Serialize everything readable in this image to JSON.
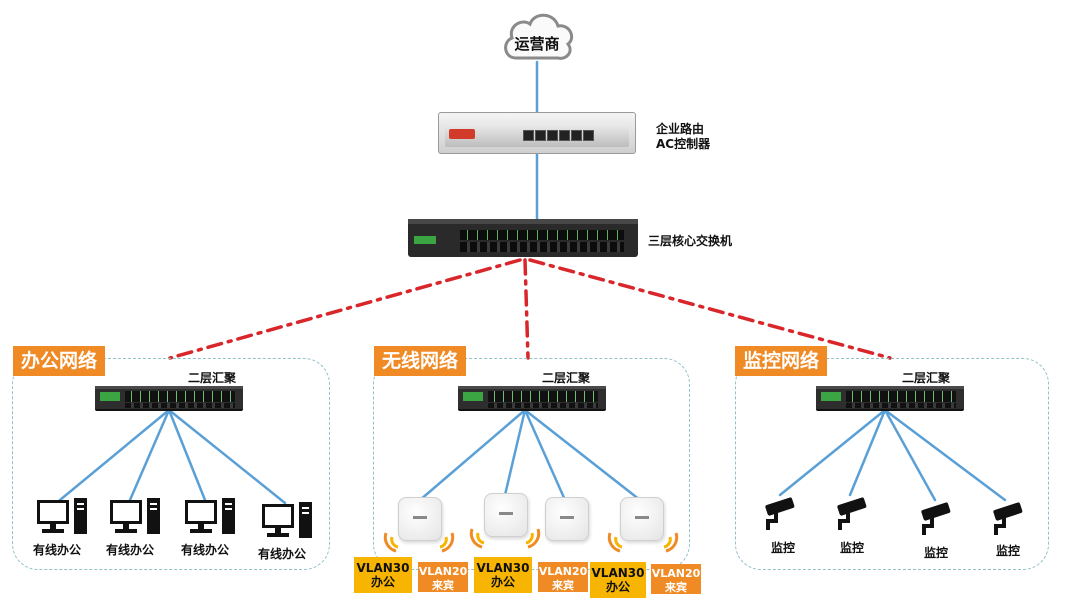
{
  "provider": {
    "label": "运营商",
    "icon": "cloud-icon"
  },
  "router": {
    "label_line1": "企业路由",
    "label_line2": "AC控制器"
  },
  "core_switch": {
    "label": "三层核心交换机"
  },
  "groups": [
    {
      "tag": "办公网络",
      "switch_label": "二层汇聚",
      "devices": [
        {
          "label": "有线办公",
          "icon": "desktop-pc-icon"
        },
        {
          "label": "有线办公",
          "icon": "desktop-pc-icon"
        },
        {
          "label": "有线办公",
          "icon": "desktop-pc-icon"
        },
        {
          "label": "有线办公",
          "icon": "desktop-pc-icon"
        }
      ]
    },
    {
      "tag": "无线网络",
      "switch_label": "二层汇聚",
      "devices": [
        {
          "icon": "access-point-icon"
        },
        {
          "icon": "access-point-icon"
        },
        {
          "icon": "access-point-icon"
        },
        {
          "icon": "access-point-icon"
        }
      ],
      "vlans": [
        {
          "name": "VLAN30",
          "sub": "办公"
        },
        {
          "name": "VLAN20",
          "sub": "来宾"
        },
        {
          "name": "VLAN30",
          "sub": "办公"
        },
        {
          "name": "VLAN20",
          "sub": "来宾"
        },
        {
          "name": "VLAN30",
          "sub": "办公"
        },
        {
          "name": "VLAN20",
          "sub": "来宾"
        }
      ]
    },
    {
      "tag": "监控网络",
      "switch_label": "二层汇聚",
      "devices": [
        {
          "label": "监控",
          "icon": "security-camera-icon"
        },
        {
          "label": "监控",
          "icon": "security-camera-icon"
        },
        {
          "label": "监控",
          "icon": "security-camera-icon"
        },
        {
          "label": "监控",
          "icon": "security-camera-icon"
        }
      ]
    }
  ],
  "colors": {
    "link": "#5aa0d6",
    "uplink_dashdot": "#d9262b",
    "group_tag": "#f08a24",
    "group_border": "#8fc1c9",
    "vlan30": "#f7b400",
    "vlan20": "#f08a24"
  }
}
